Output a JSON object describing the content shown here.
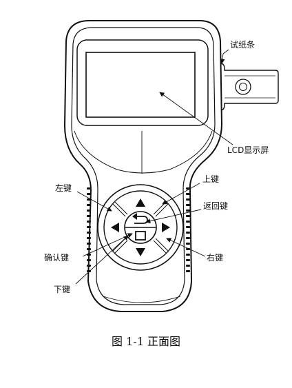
{
  "labels": {
    "test_strip": "试纸条",
    "lcd": "LCD显示屏",
    "up_key": "上键",
    "left_key": "左键",
    "back_key": "返回键",
    "confirm_key": "确认键",
    "right_key": "右键",
    "down_key": "下键"
  },
  "caption": "图 1-1  正面图",
  "icons": {
    "up": "triangle-up",
    "down": "triangle-down",
    "left": "triangle-left",
    "right": "triangle-right",
    "back": "return-arrow",
    "confirm": "square"
  }
}
